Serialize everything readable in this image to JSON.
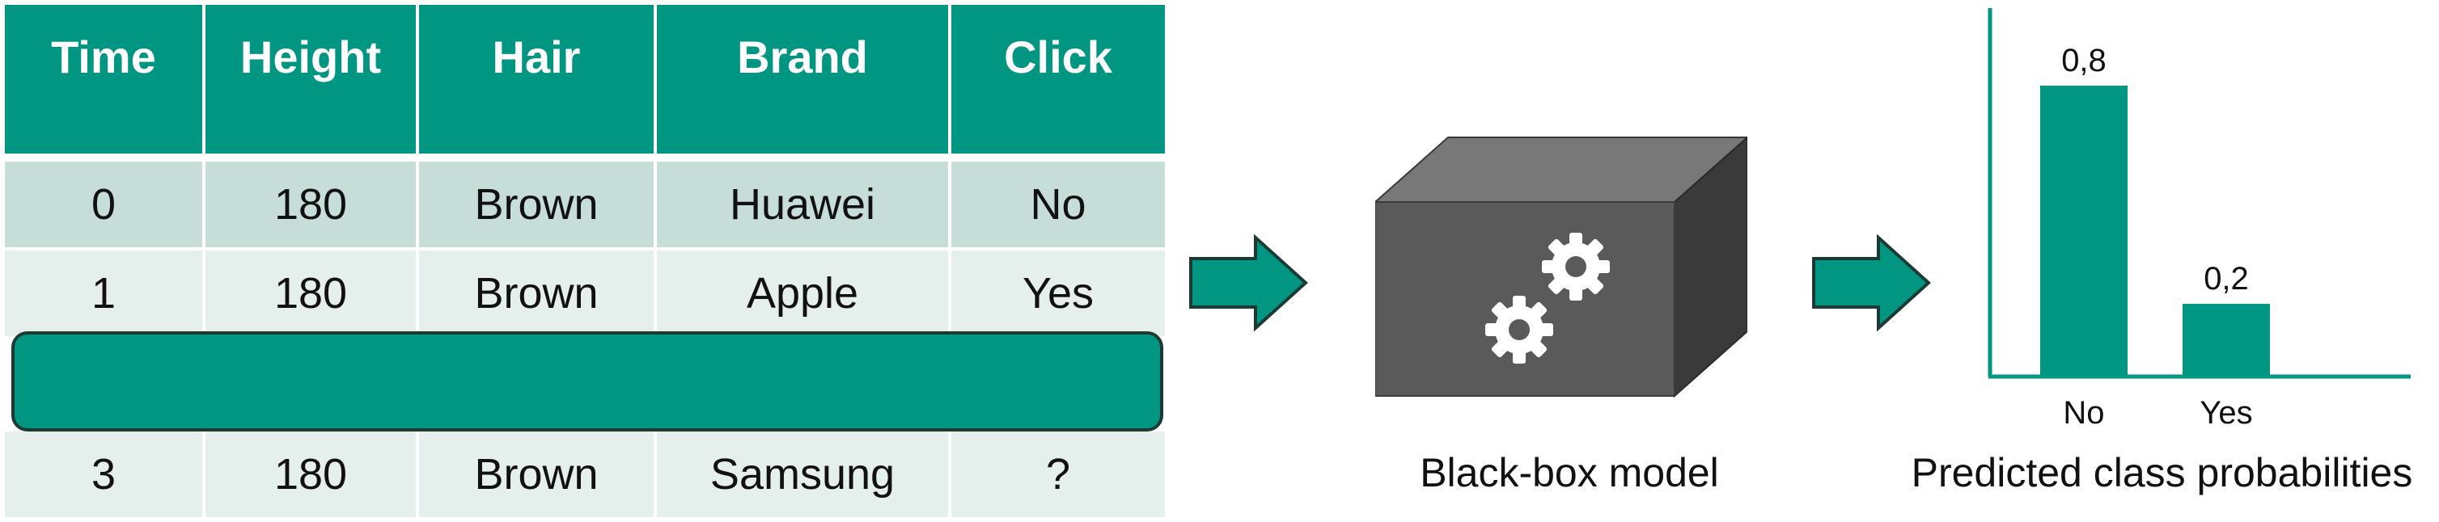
{
  "table": {
    "headers": [
      "Time",
      "Height",
      "Hair",
      "Brand",
      "Click"
    ],
    "rows": [
      [
        "0",
        "180",
        "Brown",
        "Huawei",
        "No"
      ],
      [
        "1",
        "180",
        "Brown",
        "Apple",
        "Yes"
      ],
      [
        "3",
        "180",
        "Brown",
        "Samsung",
        "?"
      ]
    ],
    "masked_row": true
  },
  "model": {
    "label": "Black-box model",
    "icon": "gears-icon"
  },
  "chart_data": {
    "type": "bar",
    "categories": [
      "No",
      "Yes"
    ],
    "values": [
      0.8,
      0.2
    ],
    "value_labels": [
      "0,8",
      "0,2"
    ],
    "ylim": [
      0,
      1
    ],
    "title": "",
    "caption": "Predicted class probabilities",
    "xlabel": "",
    "ylabel": "",
    "bar_color": "#009682",
    "axis_color": "#009682"
  },
  "colors": {
    "accent": "#009682",
    "row_dark": "#c6ddd8",
    "row_light": "#e5efec",
    "box_front": "#5a5a5a",
    "box_top": "#787878",
    "box_side": "#3a3a3a"
  }
}
